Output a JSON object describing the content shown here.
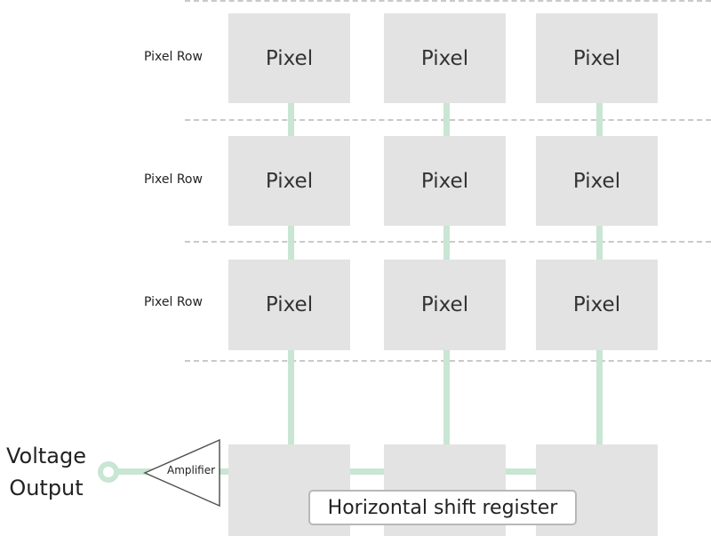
{
  "rows": [
    {
      "label": "Pixel Row",
      "pixels": [
        "Pixel",
        "Pixel",
        "Pixel"
      ]
    },
    {
      "label": "Pixel Row",
      "pixels": [
        "Pixel",
        "Pixel",
        "Pixel"
      ]
    },
    {
      "label": "Pixel Row",
      "pixels": [
        "Pixel",
        "Pixel",
        "Pixel"
      ]
    }
  ],
  "amplifier": {
    "label": "Amplifier"
  },
  "voltage_output": {
    "line1": "Voltage",
    "line2": "Output"
  },
  "shift_register": {
    "label": "Horizontal shift register"
  },
  "colors": {
    "wire": "#c8e6d3",
    "pixel_box": "#e3e3e3",
    "dash": "#c9c9c9"
  }
}
